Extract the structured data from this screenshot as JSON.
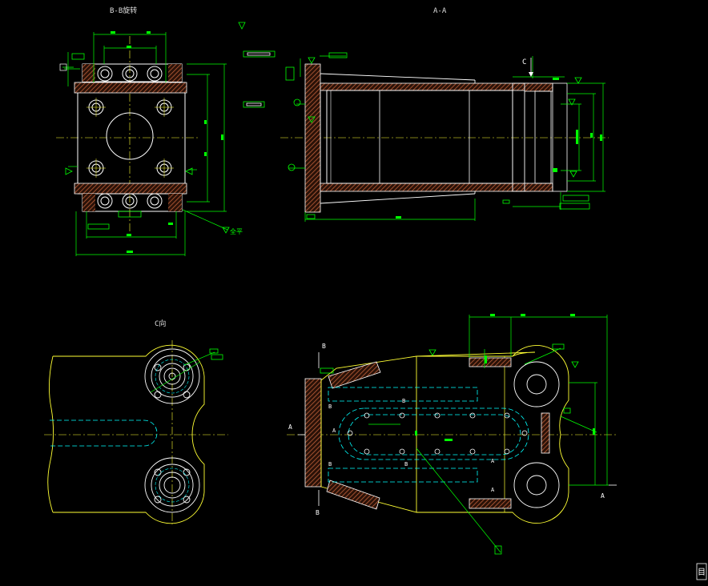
{
  "drawing": {
    "background": "#000000",
    "colors": {
      "outline": "#ffffff",
      "yellow": "#ffff33",
      "dim": "#00ff00",
      "hatch": "#a0522d",
      "hidden": "#00ffff",
      "label": "#ff8080",
      "text": "#dddddd"
    },
    "views": {
      "section_bb": "B-B旋转",
      "section_aa": "A-A",
      "view_c": "C向",
      "plan": ""
    },
    "labels": {
      "c_arrow": "C",
      "a_left": "A",
      "a_right": "A",
      "a_mid1": "A",
      "a_mid2": "A",
      "a_mid3": "A",
      "b_top": "B",
      "b_bot": "B",
      "b_in1": "B",
      "b_in2": "B",
      "b_in3": "B",
      "b_in4": "B",
      "weld_note": "全平",
      "corner_mark": "目"
    }
  }
}
